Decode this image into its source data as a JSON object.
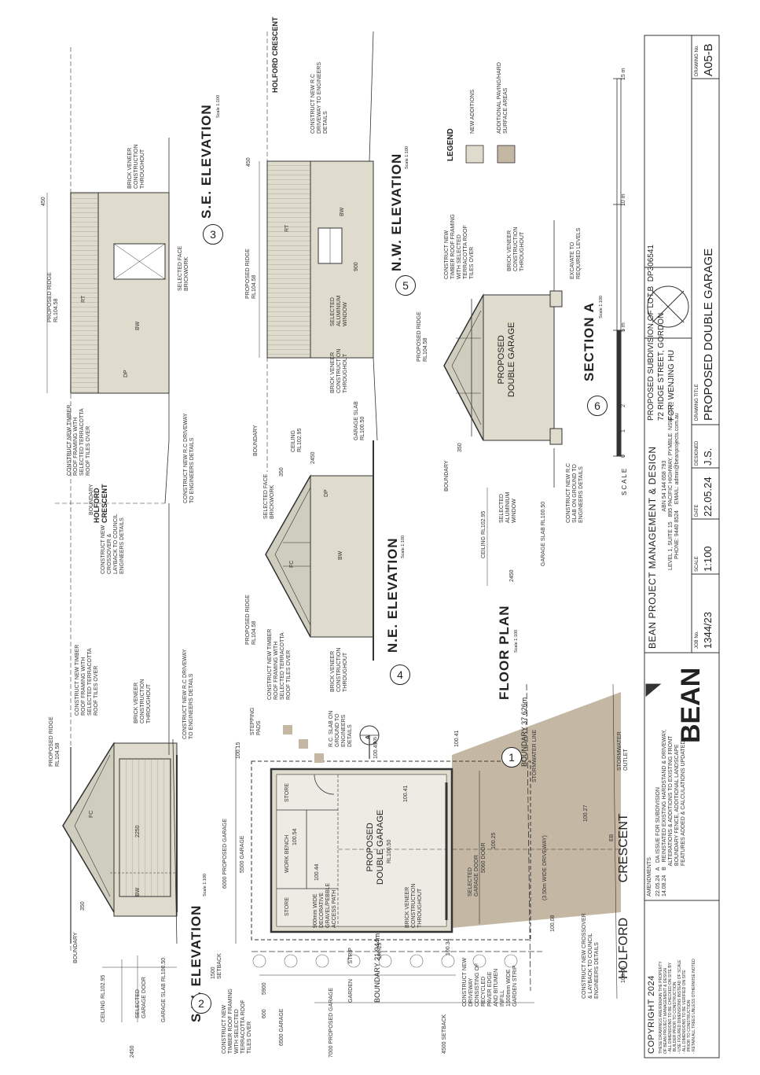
{
  "sheet": {
    "title": "PROPOSED DOUBLE GARAGE",
    "drawing_no": "A05-B"
  },
  "views": {
    "floor_plan": {
      "title": "FLOOR PLAN",
      "num": "1",
      "scale": "Scale 1:100"
    },
    "sw": {
      "title": "S.W. ELEVATION",
      "num": "2",
      "scale": "Scale 1:100"
    },
    "se": {
      "title": "S.E. ELEVATION",
      "num": "3",
      "scale": "Scale 1:100"
    },
    "ne": {
      "title": "N.E. ELEVATION",
      "num": "4",
      "scale": "Scale 1:100"
    },
    "nw": {
      "title": "N.W. ELEVATION",
      "num": "5",
      "scale": "Scale 1:100"
    },
    "section": {
      "title": "SECTION A",
      "num": "6",
      "scale": "Scale 1:100"
    }
  },
  "plan": {
    "room": "PROPOSED\nDOUBLE GARAGE",
    "rl": "RL100.50",
    "store1": "STORE",
    "store2": "STORE",
    "bench": "WORK BENCH",
    "path": "900mm WIDE\nDECORATIVE\nGRAVEL/PEBBLE\nACCESS PATH",
    "brick": "BRICK VENEER\nCONSTRUCTION\nTHROUGHOUT",
    "door": "SELECTED\nGARAGE DOOR",
    "door_w": "5060 DOOR",
    "driveway": "(3.50m WIDE DRIVEWAY)",
    "boundary_e": "BOUNDARY 37.626m",
    "boundary_s": "BOUNDARY 21.944m",
    "stormwater": "STORMWATER LINE",
    "stepping": "STEPPING\nPADS",
    "slab": "R.C. SLAB ON\nGROUND TO\nENGINEERS\nDETAILS",
    "section_tag": "A",
    "section_sheet": "A05",
    "street": "HOLFORD          CRESCENT",
    "garden": "GARDEN          STRIP",
    "setback1": "1500\nSETBACK",
    "setback2": "4500 SETBACK",
    "g6000": "6000 PROPOSED GARAGE",
    "g5500": "5500 GARAGE",
    "g6500": "6500 GARAGE",
    "g7000": "7000 PROPOSED GARAGE",
    "d5900": "5900",
    "d600": "600",
    "outlet": "STORMWATER\nOUTLET",
    "crossover": "CONSTRUCT NEW CROSSOVER\n& LAYBACK TO COUNCIL\nENGINEERS DETAILS",
    "drive_note": "CONSTRUCT NEW\nDRIVEWAY\nCONSISTING OF\nRECYCLED\nPAVER EDGE\nAND BITUMEN\nINFILL\n1500mm WIDE\nGARDEN STRIP",
    "roof_note": "CONSTRUCT NEW\nTIMBER ROOF FRAMING\nWITH SELECTED\nTERRACOTTA ROOF\nTILES OVER",
    "levels": [
      "100.15",
      "100.54",
      "100.49",
      "100.41",
      "100.25",
      "100.27",
      "100.08",
      "100.34",
      "100.25",
      "100.05",
      "100.44",
      "100.41"
    ],
    "eb": "EB"
  },
  "sw": {
    "ridge": "PROPOSED RIDGE\nRL104.58",
    "roof": "CONSTRUCT NEW TIMBER\nROOF FRAMING WITH\nSELECTED TERRACOTTA\nROOF TILES OVER",
    "brick": "BRICK VENEER\nCONSTRUCTION\nTHROUGHOUT",
    "driveway": "CONSTRUCT NEW R.C DRIVEWAY\nTO ENGINEERS DETAILS",
    "boundary": "BOUNDARY",
    "ceiling": "CEILING RL102.95",
    "door": "SELECTED\nGARAGE DOOR",
    "slab": "GARAGE SLAB RL100.50",
    "h2450": "2450",
    "w2250": "2250",
    "fc": "FC",
    "bw": "BW",
    "h350": "350"
  },
  "se": {
    "ridge": "PROPOSED RIDGE\nRL104.58",
    "roof": "CONSTRUCT NEW TIMBER\nROOF FRAMING WITH\nSELECTED TERRACOTTA\nROOF TILES OVER",
    "brick": "BRICK VENEER\nCONSTRUCTION\nTHROUGHOUT",
    "face": "SELECTED FACE\nBRICKWORK",
    "driveway": "CONSTRUCT NEW R.C DRIVEWAY\nTO ENGINEERS DETAILS",
    "crossover": "CONSTRUCT NEW\nCROSSOVER &\nLAYBACK TO COUNCIL\nENGINEERS DETAILS",
    "boundary": "BOUNDARY",
    "street": "HOLFORD\nCRESCENT",
    "rt": "RT",
    "bw": "BW",
    "dp": "DP",
    "d450": "450"
  },
  "ne": {
    "ridge": "PROPOSED RIDGE\nRL104.58",
    "roof": "CONSTRUCT NEW TIMBER\nROOF FRAMING WITH\nSELECTED TERRACOTTA\nROOF TILES OVER",
    "brick": "BRICK VENEER\nCONSTRUCTION\nTHROUGHOUT",
    "face": "SELECTED FACE\nBRICKWORK",
    "fc": "FC",
    "bw": "BW",
    "dp": "DP",
    "d350": "350"
  },
  "nw": {
    "ridge": "PROPOSED RIDGE\nRL104.58",
    "window": "SELECTED\nALUMINIUM\nWINDOW",
    "brick": "BRICK VENEER\nCONSTRUCTION\nTHROUGHOUT",
    "driveway": "CONSTRUCT NEW R.C\nDRIVEWAY TO ENGINEERS\nDETAILS",
    "ceiling": "CEILING\nRL102.95",
    "slab": "GARAGE SLAB\nRL100.50",
    "boundary": "BOUNDARY",
    "street": "HOLFORD CRESCENT",
    "rt": "RT",
    "bw": "BW",
    "d900": "900",
    "d2450": "2450",
    "d450": "450"
  },
  "section": {
    "ridge": "PROPOSED RIDGE\nRL104.58",
    "roof": "CONSTRUCT NEW\nTIMBER ROOF FRAMING\nWITH SELECTED\nTERRACOTTA ROOF\nTILES OVER",
    "brick": "BRICK VENEER\nCONSTRUCTION\nTHROUGHOUT",
    "room": "PROPOSED\nDOUBLE GARAGE",
    "window": "SELECTED\nALUMINIUM\nWINDOW",
    "slab": "CONSTRUCT NEW R.C\nSLAB ON GROUND TO\nENGINEERS DETAILS",
    "excavate": "EXCAVATE TO\nREQUIRED LEVELS",
    "ceiling": "CEILING RL102.95",
    "garage_slab": "GARAGE SLAB RL100.50",
    "boundary": "BOUNDARY",
    "d2450": "2450",
    "d350": "350"
  },
  "legend": {
    "title": "LEGEND",
    "item1": "NEW ADDITIONS",
    "item2": "ADDITIONAL PAVING/HARD\nSURFACE AREAS"
  },
  "scalebar": {
    "label": "SCALE",
    "ticks": [
      "0",
      "1",
      "2",
      "5 m",
      "10 m",
      "15 m"
    ]
  },
  "titleblock": {
    "project": "PROPOSED SUBDIVISION OF LOT.B  DP306541\n72 RIDGE STREET, GORDON\nFOR: WENJING HU",
    "company": "BEAN PROJECT MANAGEMENT & DESIGN",
    "company_info": "ABN 54 144 658 793\nLEVEL 1, SUITE 15   895 PACIFIC HIGHWAY, PYMBLE  NSW  2073\nPHONE: 9440 8524    EMAIL: admin@beanprojects.com.au",
    "logo": "BEAN",
    "job_label": "JOB No.",
    "job": "1344/23",
    "scale_label": "SCALE",
    "scale": "1:100",
    "date_label": "DATE",
    "date": "22.05.24",
    "designed_label": "DESIGNED",
    "designed": "J.S.",
    "title_label": "DRAWING TITLE",
    "dwg_label": "DRAWING No.",
    "amend_label": "AMENDMENTS",
    "amend": "22.05.24   A   DA ISSUE FOR SUBDIVISION\n14.08.24   B   REINSTATED EXISTING HARDSTAND & DRIVEWAY,\n                    ALTERATIONS & ADDITIONS TO EXISTING FRONT\n                    BOUNDARY FENCE, ADDITIONAL LANDSCAPE\n                    FEATURES ADDED & CALCULATIONS UPDATED",
    "copyright": "COPYRIGHT  2024",
    "copy_notes": "THESE DRAWINGS ARE/REMAIN THE PROPERTY\nOF BEAN PROJECT MANAGEMENT & DESIGN\n- ALL DIMENSIONS TO BE CHECKED ON SITE BY\n  BUILDER PRIOR TO CONSTRUCTION\n- USE FIGURED DIMENSIONS INSTEAD OF SCALE\n- ALL DIMENSIONS TO BE VERIFIED ON SITE\n  PRIOR TO CONSTRUCTION\n- RETAIN ALL TREES UNLESS OTHERWISE NOTED"
  },
  "colors": {
    "additions": "#dfdccd",
    "paving": "#c4b8a5",
    "line": "#333333",
    "roof": "#cfcdbd"
  }
}
